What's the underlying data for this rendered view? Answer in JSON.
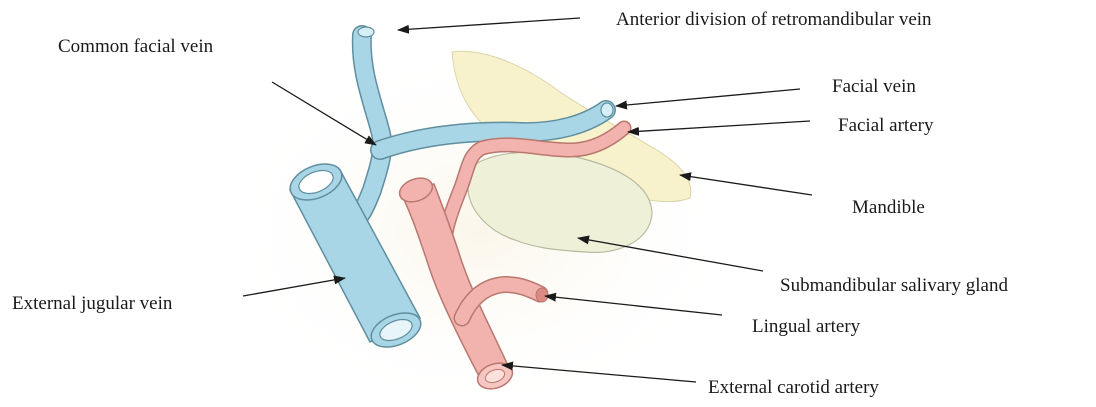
{
  "labels": {
    "anterior_division_retromandibular_vein": "Anterior division of retromandibular vein",
    "common_facial_vein": "Common facial vein",
    "facial_vein": "Facial vein",
    "facial_artery": "Facial artery",
    "mandible": "Mandible",
    "submandibular_salivary_gland": "Submandibular salivary gland",
    "external_jugular_vein": "External jugular vein",
    "lingual_artery": "Lingual artery",
    "external_carotid_artery": "External carotid artery"
  },
  "colors": {
    "vein": "#a9d6e6",
    "vein_outline": "#5f8f9f",
    "artery": "#f2b3ae",
    "artery_outline": "#b9786f",
    "mandible": "#f7f1c6",
    "gland": "#eef0d8",
    "gland_outline": "#b8bba0",
    "background_wash": "#fbf7ee",
    "text": "#1a1a1a"
  }
}
